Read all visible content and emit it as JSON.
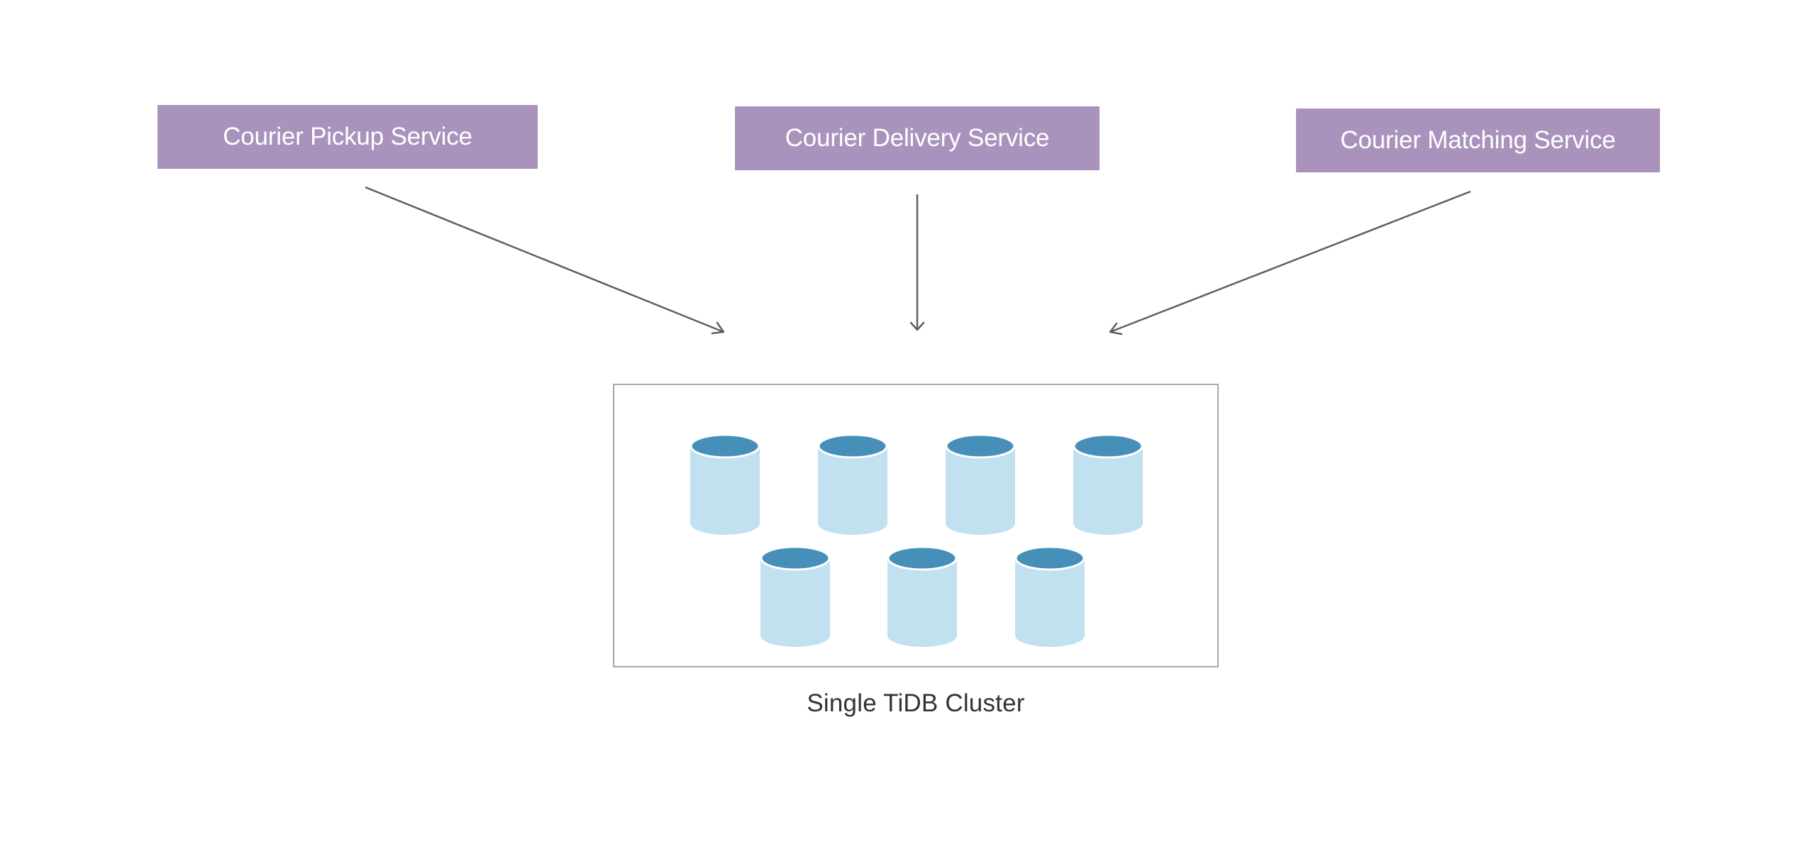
{
  "services": [
    {
      "id": "pickup",
      "label": "Courier Pickup Service"
    },
    {
      "id": "delivery",
      "label": "Courier Delivery Service"
    },
    {
      "id": "matching",
      "label": "Courier Matching Service"
    }
  ],
  "colors": {
    "service_fill": "#a993bd",
    "service_text": "#ffffff",
    "arrow": "#5f5f5f",
    "cluster_border": "#a8a8a8",
    "db_cap": "#468fb8",
    "db_body": "#c1e0f0",
    "caption_text": "#333333"
  },
  "connections": [
    {
      "from": "Courier Pickup Service",
      "to": "Single TiDB Cluster",
      "icon": "arrow-down-right-icon"
    },
    {
      "from": "Courier Delivery Service",
      "to": "Single TiDB Cluster",
      "icon": "arrow-down-icon"
    },
    {
      "from": "Courier Matching Service",
      "to": "Single TiDB Cluster",
      "icon": "arrow-down-left-icon"
    }
  ],
  "cluster": {
    "caption": "Single TiDB Cluster",
    "node_icon": "database-cylinder-icon",
    "rows": [
      {
        "node_count": 4
      },
      {
        "node_count": 3
      }
    ],
    "total_nodes": 7
  }
}
